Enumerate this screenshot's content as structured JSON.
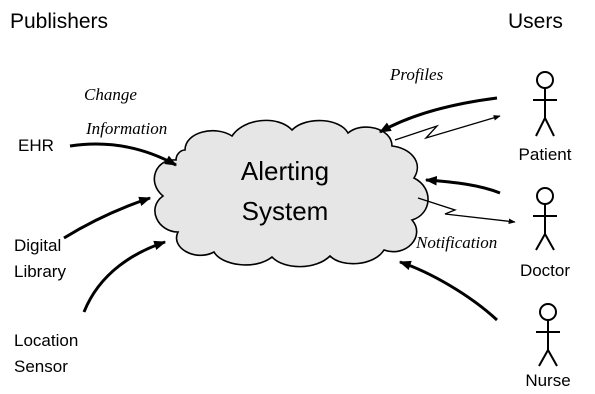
{
  "headers": {
    "publishers": "Publishers",
    "users": "Users"
  },
  "center": {
    "line1": "Alerting",
    "line2": "System",
    "fill": "#e6e6e6"
  },
  "annotations": {
    "change": "Change",
    "information": "Information",
    "profiles": "Profiles",
    "notification": "Notification"
  },
  "publishers": [
    {
      "line1": "EHR",
      "line2": ""
    },
    {
      "line1": "Digital",
      "line2": "Library"
    },
    {
      "line1": "Location",
      "line2": "Sensor"
    }
  ],
  "users": [
    {
      "label": "Patient"
    },
    {
      "label": "Doctor"
    },
    {
      "label": "Nurse"
    }
  ]
}
